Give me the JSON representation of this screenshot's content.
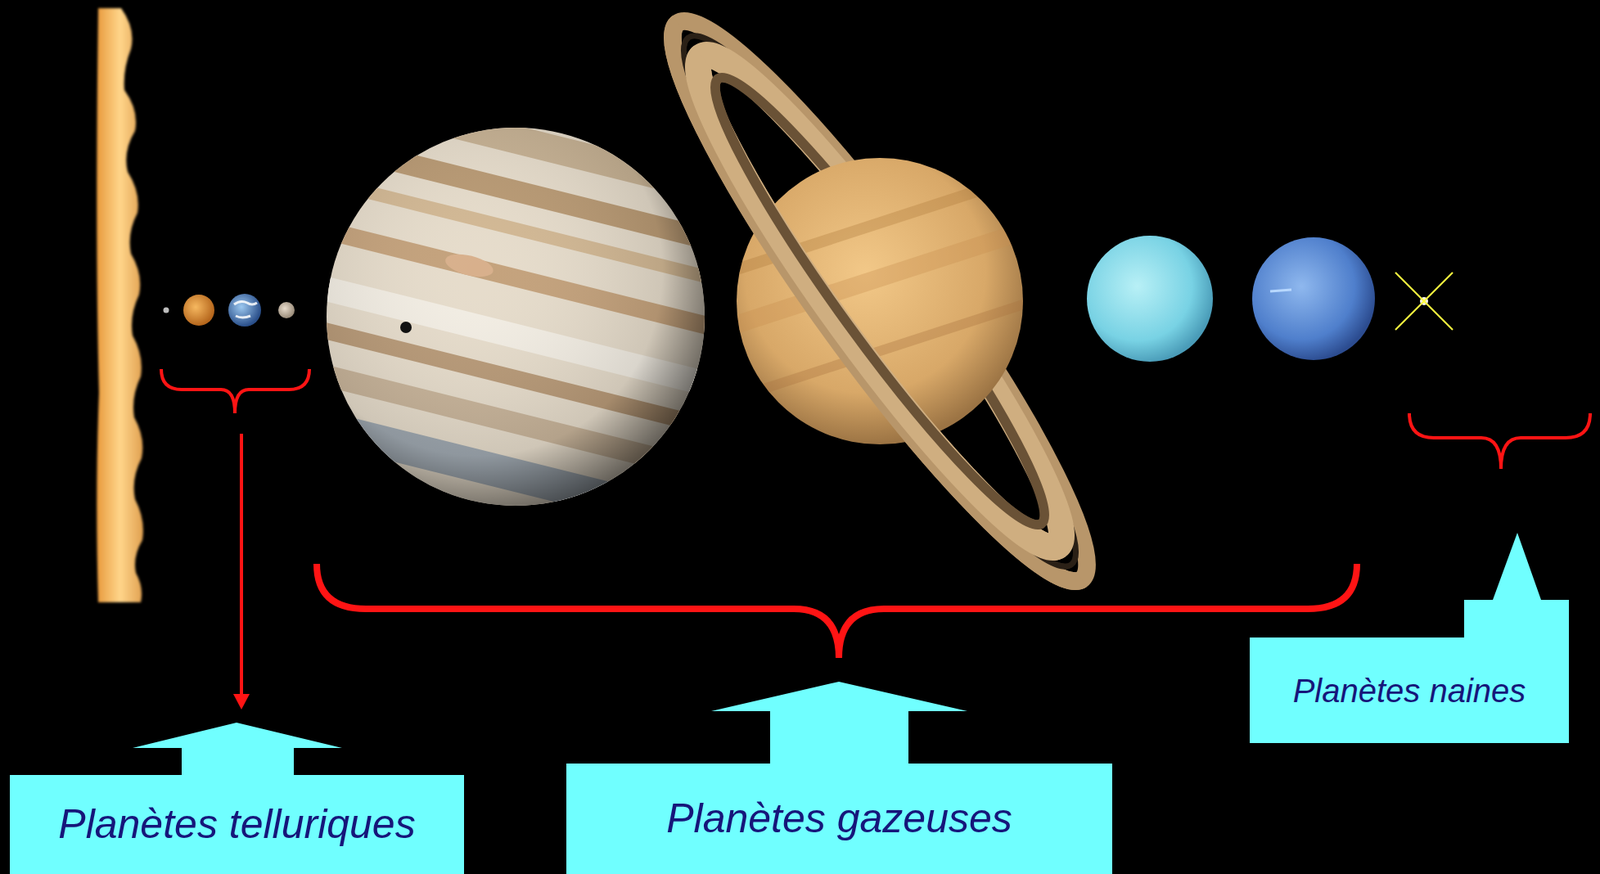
{
  "diagram": {
    "nodes": [
      {
        "text": [
          "Planètes telluriques"
        ]
      },
      {
        "text": [
          "Planètes gazeuses"
        ]
      },
      {
        "text": [
          "Planètes naines"
        ]
      }
    ]
  }
}
